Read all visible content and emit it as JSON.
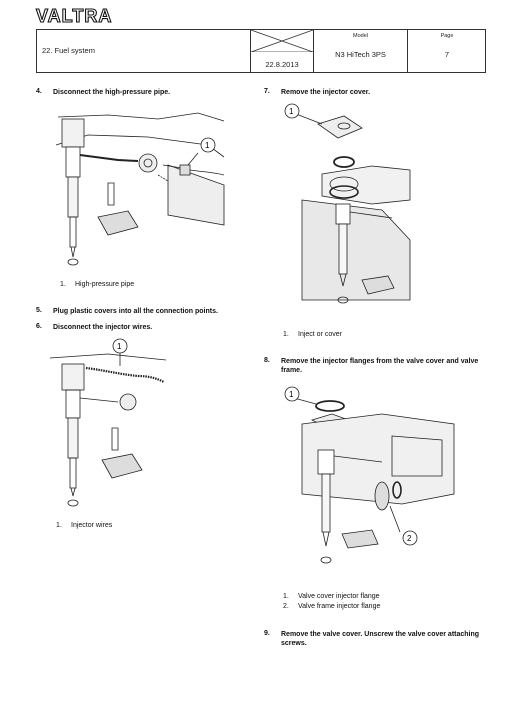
{
  "brand": "VALTRA",
  "header": {
    "section": "22. Fuel system",
    "date": "22.8.2013",
    "model_label": "Model",
    "model_value": "N3 HiTech 3PS",
    "page_label": "Page",
    "page_value": "7"
  },
  "steps": [
    {
      "num": "4.",
      "text": "Disconnect the high-pressure pipe."
    },
    {
      "num": "5.",
      "text": "Plug plastic covers into all the connection points."
    },
    {
      "num": "6.",
      "text": "Disconnect the injector wires."
    },
    {
      "num": "7.",
      "text": "Remove the injector cover."
    },
    {
      "num": "8.",
      "text": "Remove the injector flanges from the valve cover and valve frame."
    },
    {
      "num": "9.",
      "text": "Remove the valve cover. Unscrew the valve cover attaching screws."
    }
  ],
  "captions": {
    "fig4": [
      {
        "num": "1.",
        "text": "High-pressure pipe"
      }
    ],
    "fig6": [
      {
        "num": "1.",
        "text": "Injector wires"
      }
    ],
    "fig7": [
      {
        "num": "1.",
        "text": "Inject or cover"
      }
    ],
    "fig8": [
      {
        "num": "1.",
        "text": "Valve cover injector flange"
      },
      {
        "num": "2.",
        "text": "Valve frame injector flange"
      }
    ]
  },
  "callouts": {
    "one": "1",
    "two": "2"
  }
}
